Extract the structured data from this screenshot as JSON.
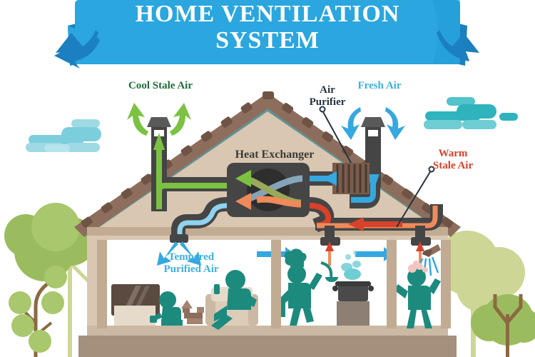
{
  "title_banner": {
    "text": "HOME VENTILATION\nSYSTEM",
    "bg_color": "#2ba6de",
    "bg_color_dark": "#1b7fc0",
    "text_color": "#ffffff"
  },
  "labels": {
    "cool_stale_air": "Cool Stale Air",
    "air_purifier": "Air\nPurifier",
    "fresh_air": "Fresh Air",
    "warm_stale_air": "Warm\nStale Air",
    "heat_exchanger": "Heat Exchanger",
    "tempered_purified_air": "Tempered\nPurified Air"
  },
  "label_colors": {
    "cool_stale_air": "#1d6b3a",
    "air_purifier": "#25333f",
    "fresh_air": "#3bb0e0",
    "warm_stale_air": "#d8412a",
    "heat_exchanger": "#3b3b36",
    "tempered_purified_air": "#3bb0e0"
  },
  "palette": {
    "duct_casing": "#454545",
    "duct_casing_dark": "#3a3a3a",
    "flow_green": "#7cc242",
    "flow_green_dark": "#5aa02c",
    "flow_blue": "#35a8e0",
    "flow_blue_light": "#8fd3f0",
    "flow_orange": "#ef8a5a",
    "flow_red": "#d8412a",
    "roof_tile": "#8d6e5c",
    "roof_tile_dark": "#7a5c4c",
    "roof_under": "#5f9396",
    "wall_beige": "#d9c7b2",
    "wall_beige_dark": "#c2ab93",
    "floor_taupe": "#a4907c",
    "room_white": "#ffffff",
    "person_teal": "#1d8a7e",
    "tree_green": "#9bbc5e",
    "tree_pale": "#cdd694",
    "tree_trunk": "#8a6a42",
    "cloud_light": "#9fd9e3",
    "cloud_teal": "#2fb3bd",
    "purifier_brown": "#7a5c4c",
    "tv_dark": "#5a4a40",
    "sofa": "#ddcdb8"
  },
  "scene": {
    "roof_label": "pitched tiled roof",
    "chimneys": [
      {
        "name": "exhaust-vent-left",
        "flow": "cool stale air out"
      },
      {
        "name": "intake-vent-right",
        "flow": "fresh air in"
      }
    ],
    "rooms": [
      {
        "name": "living-room",
        "occupants": [
          "adult-watching-tv",
          "child-playing-blocks"
        ],
        "items": [
          "television",
          "armchair",
          "remote-control",
          "toy-blocks"
        ]
      },
      {
        "name": "kitchen",
        "occupants": [
          "chef-cooking"
        ],
        "items": [
          "cooking-pot",
          "steam",
          "stove-counter",
          "extraction-hood",
          "ladle",
          "chef-hat"
        ]
      },
      {
        "name": "bathroom",
        "occupants": [
          "person-showering"
        ],
        "items": [
          "shower-head",
          "water-spray",
          "extraction-hood"
        ]
      }
    ],
    "outdoor": [
      "tree-left-tall",
      "tree-left-round",
      "tree-right-tall",
      "tree-right-round",
      "cloud-left",
      "cloud-right"
    ]
  }
}
